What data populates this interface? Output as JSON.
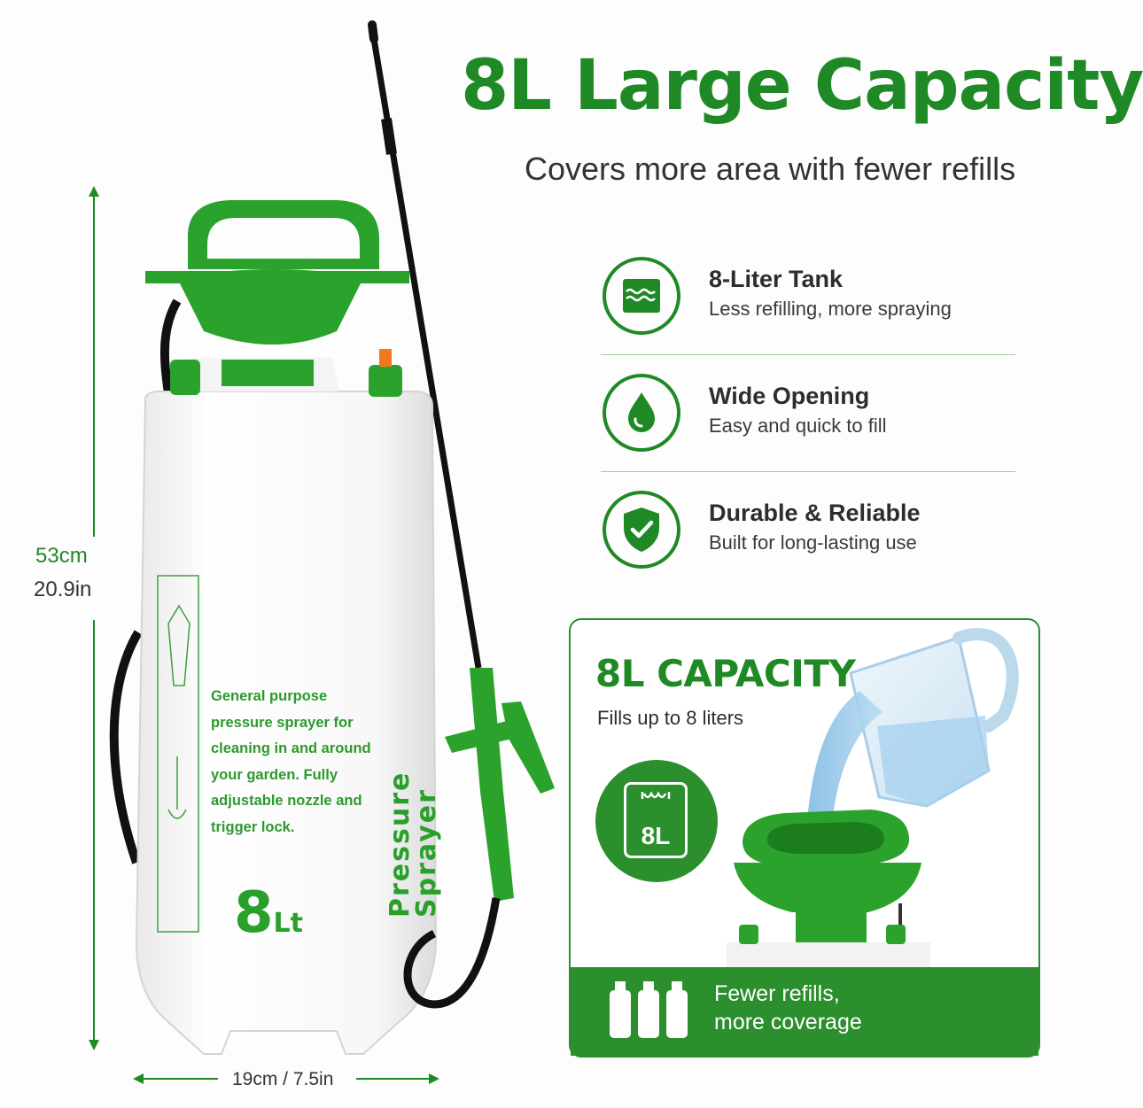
{
  "headline": "8L Large Capacity",
  "subheadline": "Covers more area with fewer refills",
  "features": [
    {
      "icon": "water-tank-icon",
      "title": "8-Liter Tank",
      "description": "Less refilling, more spraying"
    },
    {
      "icon": "water-drop-icon",
      "title": "Wide Opening",
      "description": "Easy and quick to fill"
    },
    {
      "icon": "shield-check-icon",
      "title": "Durable & Reliable",
      "description": "Built for long-lasting use"
    }
  ],
  "capacity_card": {
    "title": "8L CAPACITY",
    "subtitle": "Fills up to 8 liters",
    "badge": "8L",
    "footer_line1": "Fewer refills,",
    "footer_line2": "more coverage"
  },
  "dimensions": {
    "height_cm": "53cm",
    "height_in": "20.9in",
    "width": "19cm / 7.5in"
  },
  "product_print": {
    "description_lines": [
      "General purpose",
      "pressure sprayer for",
      "cleaning in and around",
      "your garden. Fully",
      "adjustable nozzle and",
      "trigger lock."
    ],
    "vertical_line1": "Pressure",
    "vertical_line2": "Sprayer",
    "volume_big": "8",
    "volume_small": "Lt"
  },
  "colors": {
    "brand_green": "#1f8a25",
    "footer_green": "#2a8f2c",
    "background": "#fdfdfd"
  }
}
